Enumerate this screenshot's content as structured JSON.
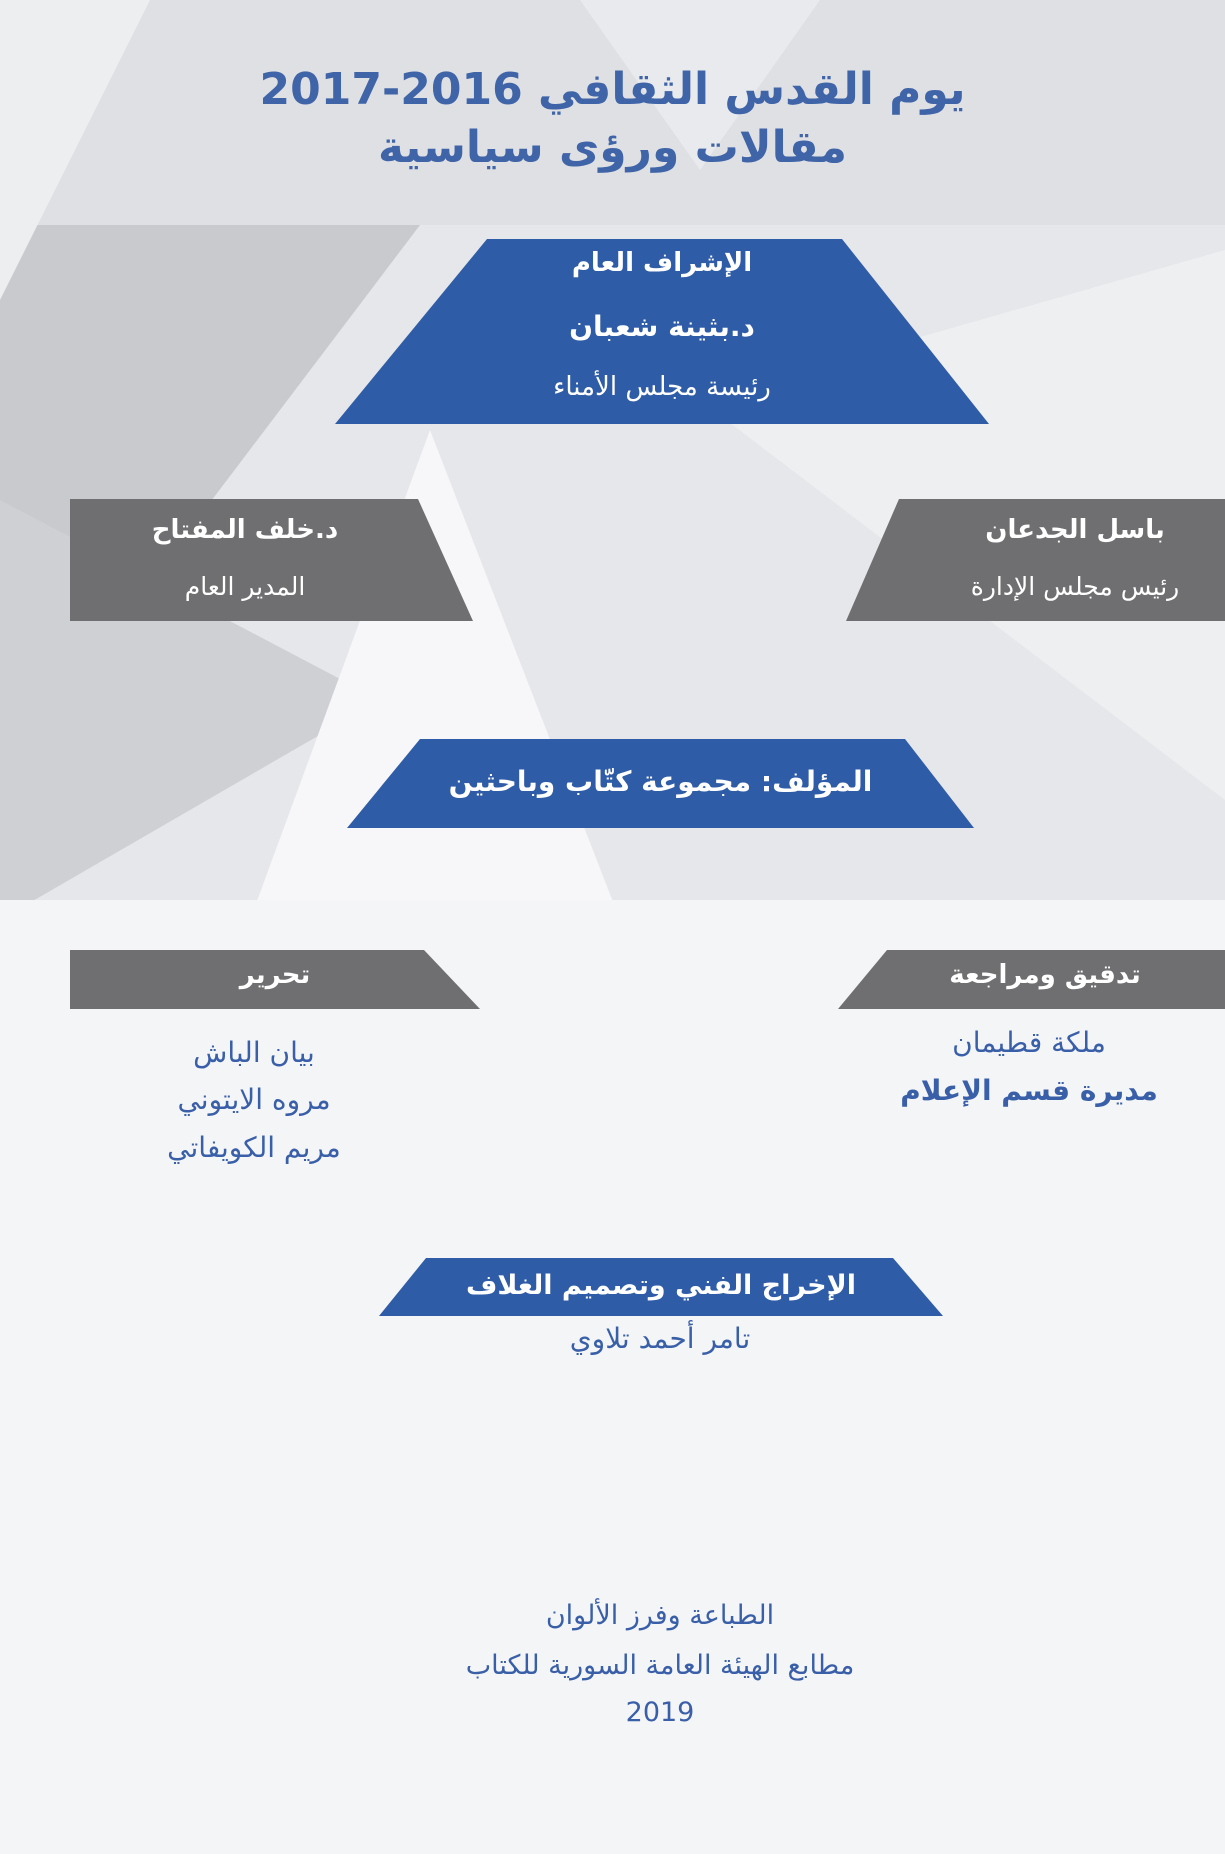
{
  "title": {
    "line1": "يوم القدس الثقافي 2016-2017",
    "line2": "مقالات ورؤى سياسية"
  },
  "supervision": {
    "heading": "الإشراف العام",
    "name": "د.بثينة شعبان",
    "role": "رئيسة مجلس الأمناء"
  },
  "general_manager": {
    "name": "د.خلف المفتاح",
    "role": "المدير العام"
  },
  "board_chair": {
    "name": "باسل الجدعان",
    "role": "رئيس مجلس الإدارة"
  },
  "author": "المؤلف: مجموعة كتّاب وباحثين",
  "editing": {
    "heading": "تحرير",
    "names": [
      "بيان الباش",
      "مروه الايتوني",
      "مريم الكويفاتي"
    ]
  },
  "proofreading": {
    "heading": "تدقيق ومراجعة",
    "name": "ملكة قطيمان",
    "role": "مديرة قسم الإعلام"
  },
  "design": {
    "heading": "الإخراج الفني وتصميم الغلاف",
    "name": "تامر أحمد تلاوي"
  },
  "footer": {
    "line1": "الطباعة وفرز الألوان",
    "line2": "مطابع الهيئة العامة السورية للكتاب",
    "year": "2019"
  },
  "colors": {
    "blue": "#2f5ca6",
    "gray": "#6f6f71",
    "text_blue": "#3a5fa9"
  }
}
